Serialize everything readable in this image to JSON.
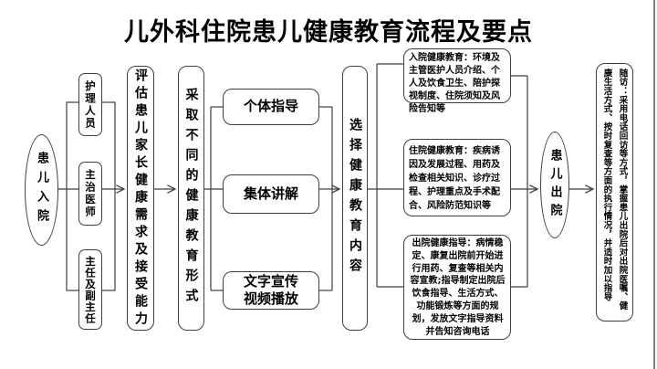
{
  "title": "儿外科住院患儿健康教育流程及要点",
  "flow": {
    "start_oval": "患儿入院",
    "staff": [
      "护理人员",
      "主治医师",
      "主任及副主任"
    ],
    "assess_box": "评估患儿家长健康需求及接受能力",
    "form_box": "采取不同的健康教育形式",
    "formats": [
      "个体指导",
      "集体讲解",
      "文字宣传\n视频播放"
    ],
    "select_box": "选择健康教育内容",
    "details": [
      "入院健康教育：环境及主管医护人员介绍、个人及饮食卫生、陪护探视制度、住院须知及风险告知等",
      "住院健康教育：疾病诱因及发展过程、用药及检查相关知识、诊疗过程、护理重点及手术配合、风险防范知识等",
      "出院健康指导：病情稳定、康复出院前开始进行用药、复查等相关内容宣教;指导制定出院后饮食指导、生活方式、功能锻炼等方面的规划，发放文字指导资料并告知咨询电话"
    ],
    "end_oval": "患儿出院",
    "followup_box": "随访：采用电话回访等方式，掌握患儿出院后对出院医嘱、健康生活方式、按时复查等方面的执行情况，并适时加以指导"
  },
  "colors": {
    "background": "#ffffff",
    "line": "#3f3f3f",
    "text": "#000000",
    "slide_border": "#808080"
  }
}
